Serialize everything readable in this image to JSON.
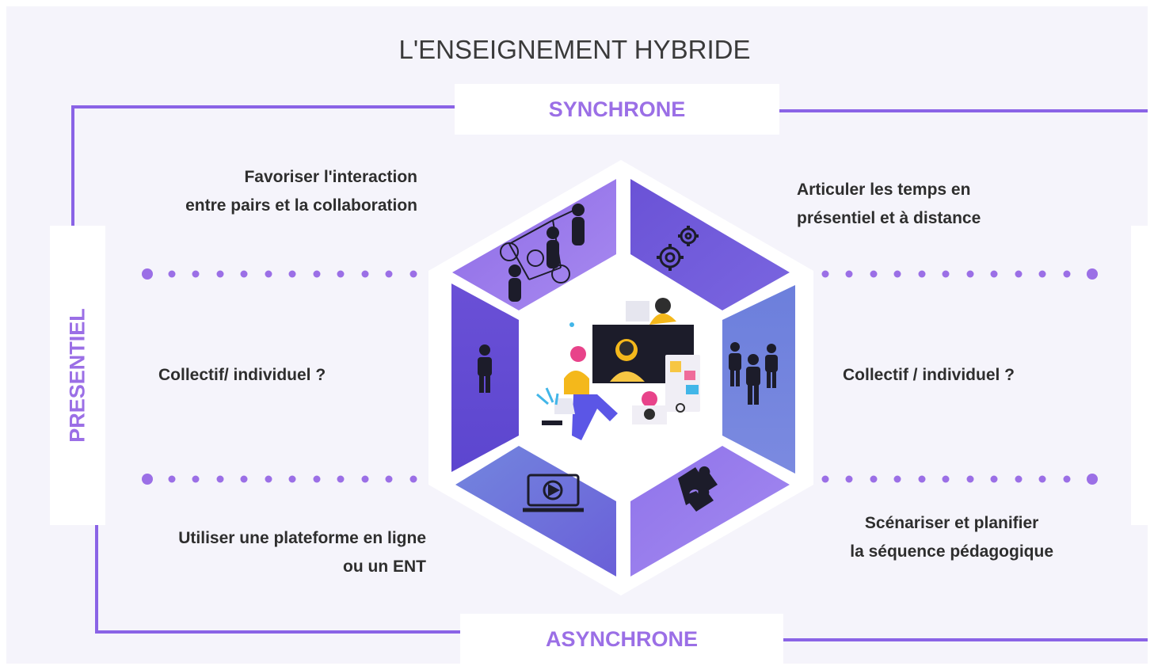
{
  "title": "L'ENSEIGNEMENT HYBRIDE",
  "axes": {
    "top": "SYNCHRONE",
    "bottom": "ASYNCHRONE",
    "left": "PRESENTIEL"
  },
  "quadrants": {
    "top_left": [
      "Favoriser l'interaction",
      "entre pairs et la collaboration"
    ],
    "top_right": [
      "Articuler les temps en",
      "présentiel et à distance"
    ],
    "middle_left": "Collectif/ individuel ?",
    "middle_right": "Collectif / individuel  ?",
    "bottom_left": [
      "Utiliser une plateforme en ligne",
      "ou un ENT"
    ],
    "bottom_right": [
      "Scénariser  et planifier",
      "la séquence pédagogique"
    ]
  },
  "colors": {
    "accent": "#9b6fe6",
    "segment_light": "#9a78e8",
    "segment_dark": "#6b55d8",
    "segment_blue": "#7684de",
    "background": "#f5f4fb"
  },
  "icons": {
    "top_left": "network-people-icon",
    "top_right": "gears-icon",
    "left": "person-icon",
    "right": "group-icon",
    "bottom_left": "video-laptop-icon",
    "bottom_right": "puzzle-icon",
    "center": "hybrid-learning-illustration"
  }
}
